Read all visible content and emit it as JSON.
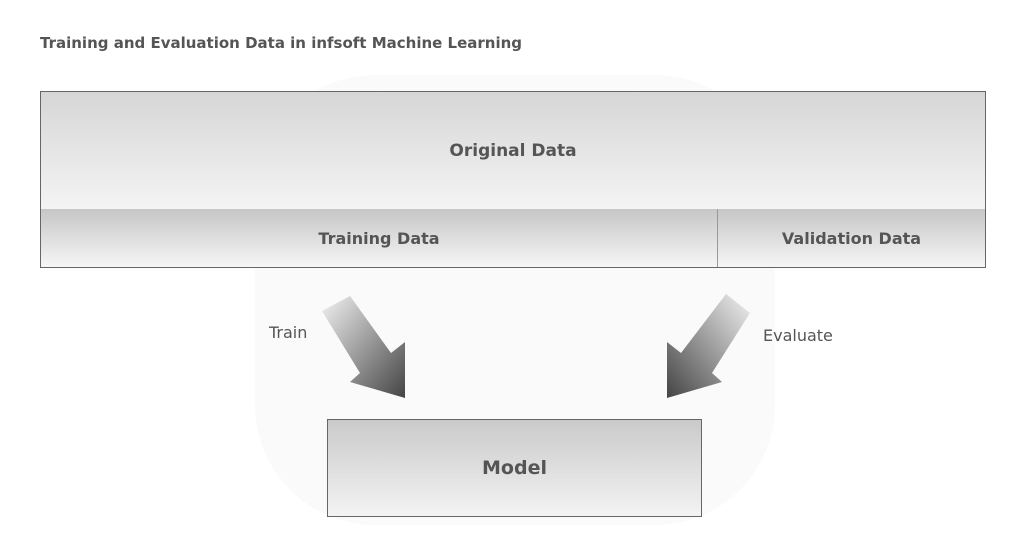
{
  "title": "Training and Evaluation Data in infsoft Machine Learning",
  "original_data": "Original Data",
  "training_data": "Training Data",
  "validation_data": "Validation Data",
  "model": "Model",
  "arrows": {
    "train": "Train",
    "evaluate": "Evaluate"
  }
}
